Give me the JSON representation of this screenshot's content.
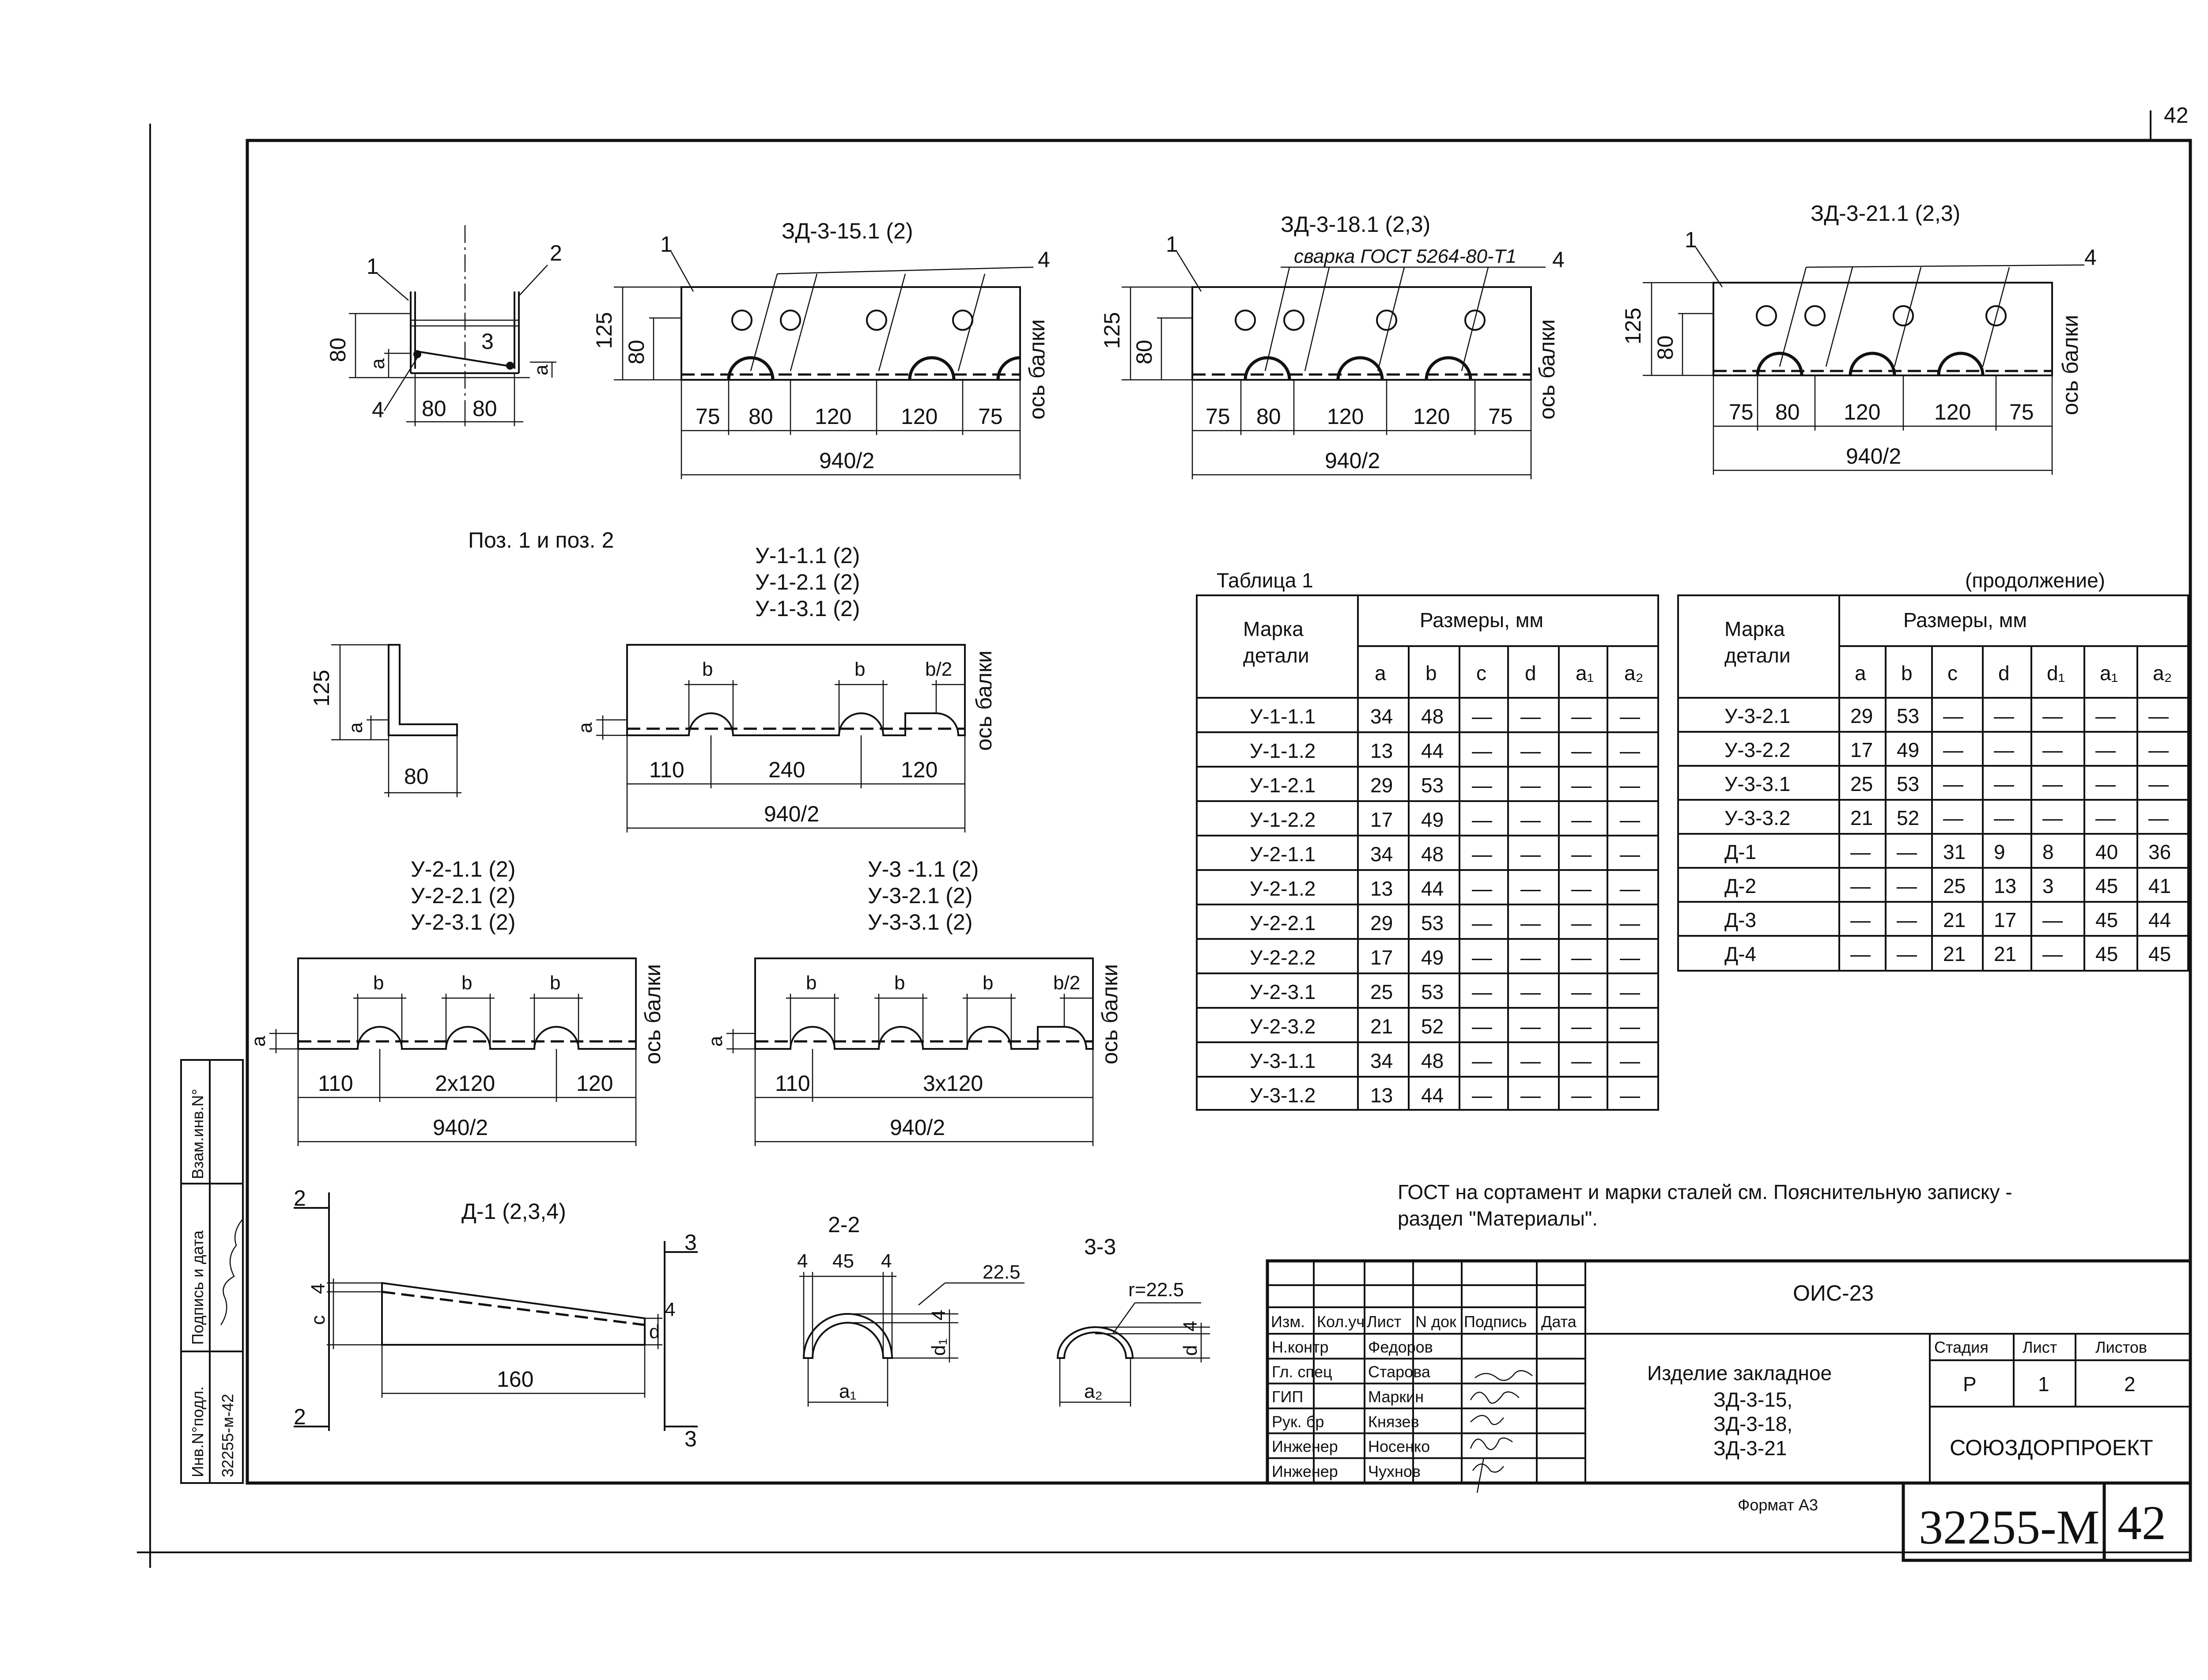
{
  "sheet": {
    "corner_num": "42",
    "format": "Формат А3",
    "doc_number": "32255-М",
    "sheet_no": "42"
  },
  "sidebar": {
    "inv_podl": "Инв.N°подл.",
    "podpis": "Подпись и дата",
    "vzam": "Взам.инв.N°",
    "inv_val": "32255-м-42"
  },
  "views": {
    "zd15": "ЗД-3-15.1 (2)",
    "zd18": "ЗД-3-18.1 (2,3)",
    "zd18_note": "сварка ГОСТ 5264-80-Т1",
    "zd21": "ЗД-3-21.1 (2,3)",
    "poz": "Поз. 1 и поз. 2",
    "u1": [
      "У-1-1.1 (2)",
      "У-1-2.1 (2)",
      "У-1-3.1 (2)"
    ],
    "u2": [
      "У-2-1.1 (2)",
      "У-2-2.1 (2)",
      "У-2-3.1 (2)"
    ],
    "u3": [
      "У-3 -1.1 (2)",
      "У-3-2.1 (2)",
      "У-3-3.1 (2)"
    ],
    "d1": "Д-1 (2,3,4)",
    "s22": "2-2",
    "s33": "3-3",
    "axis": "ось балки"
  },
  "dims": {
    "d125": "125",
    "d80": "80",
    "d75": "75",
    "d120": "120",
    "d940": "940/2",
    "d110": "110",
    "d240": "240",
    "d2x120": "2x120",
    "d3x120": "3x120",
    "d160": "160",
    "d4": "4",
    "d45": "45",
    "d225": "22.5",
    "r225": "r=22.5",
    "a": "a",
    "b": "b",
    "b2": "b/2",
    "c": "c",
    "d": "d",
    "a1": "a₁",
    "a2": "a₂",
    "d1": "d₁",
    "p1": "1",
    "p2": "2",
    "p3": "3",
    "p4": "4"
  },
  "table1": {
    "title": "Таблица 1",
    "cont": "(продолжение)",
    "h_mark": [
      "Марка",
      "детали"
    ],
    "h_size": "Размеры, мм",
    "cols_left": [
      "a",
      "b",
      "c",
      "d",
      "a₁",
      "a₂"
    ],
    "cols_right": [
      "a",
      "b",
      "c",
      "d",
      "d₁",
      "a₁",
      "a₂"
    ],
    "rows_left": [
      [
        "У-1-1.1",
        "34",
        "48",
        "—",
        "—",
        "—",
        "—"
      ],
      [
        "У-1-1.2",
        "13",
        "44",
        "—",
        "—",
        "—",
        "—"
      ],
      [
        "У-1-2.1",
        "29",
        "53",
        "—",
        "—",
        "—",
        "—"
      ],
      [
        "У-1-2.2",
        "17",
        "49",
        "—",
        "—",
        "—",
        "—"
      ],
      [
        "У-2-1.1",
        "34",
        "48",
        "—",
        "—",
        "—",
        "—"
      ],
      [
        "У-2-1.2",
        "13",
        "44",
        "—",
        "—",
        "—",
        "—"
      ],
      [
        "У-2-2.1",
        "29",
        "53",
        "—",
        "—",
        "—",
        "—"
      ],
      [
        "У-2-2.2",
        "17",
        "49",
        "—",
        "—",
        "—",
        "—"
      ],
      [
        "У-2-3.1",
        "25",
        "53",
        "—",
        "—",
        "—",
        "—"
      ],
      [
        "У-2-3.2",
        "21",
        "52",
        "—",
        "—",
        "—",
        "—"
      ],
      [
        "У-3-1.1",
        "34",
        "48",
        "—",
        "—",
        "—",
        "—"
      ],
      [
        "У-3-1.2",
        "13",
        "44",
        "—",
        "—",
        "—",
        "—"
      ]
    ],
    "rows_right": [
      [
        "У-3-2.1",
        "29",
        "53",
        "—",
        "—",
        "—",
        "—",
        "—"
      ],
      [
        "У-3-2.2",
        "17",
        "49",
        "—",
        "—",
        "—",
        "—",
        "—"
      ],
      [
        "У-3-3.1",
        "25",
        "53",
        "—",
        "—",
        "—",
        "—",
        "—"
      ],
      [
        "У-3-3.2",
        "21",
        "52",
        "—",
        "—",
        "—",
        "—",
        "—"
      ],
      [
        "Д-1",
        "—",
        "—",
        "31",
        "9",
        "8",
        "40",
        "36"
      ],
      [
        "Д-2",
        "—",
        "—",
        "25",
        "13",
        "3",
        "45",
        "41"
      ],
      [
        "Д-3",
        "—",
        "—",
        "21",
        "17",
        "—",
        "45",
        "44"
      ],
      [
        "Д-4",
        "—",
        "—",
        "21",
        "21",
        "—",
        "45",
        "45"
      ]
    ]
  },
  "note": [
    "ГОСТ на сортамент и марки сталей см. Пояснительную записку -",
    "раздел \"Материалы\"."
  ],
  "stamp": {
    "project": "ОИС-23",
    "hdr": [
      "Изм.",
      "Кол.уч",
      "Лист",
      "N док",
      "Подпись",
      "Дата"
    ],
    "roles": [
      "Н.контр",
      "Гл. спец",
      "ГИП",
      "Рук. бр",
      "Инженер",
      "Инженер"
    ],
    "names": [
      "Федоров",
      "Старова",
      "Маркин",
      "Князев",
      "Носенко",
      "Чухнов"
    ],
    "title": [
      "Изделие закладное",
      "ЗД-3-15,",
      "ЗД-3-18,",
      "ЗД-3-21"
    ],
    "stage_h": "Стадия",
    "sheet_h": "Лист",
    "sheets_h": "Листов",
    "stage": "Р",
    "sheet": "1",
    "sheets": "2",
    "org": "СОЮЗДОРПРОЕКТ"
  }
}
